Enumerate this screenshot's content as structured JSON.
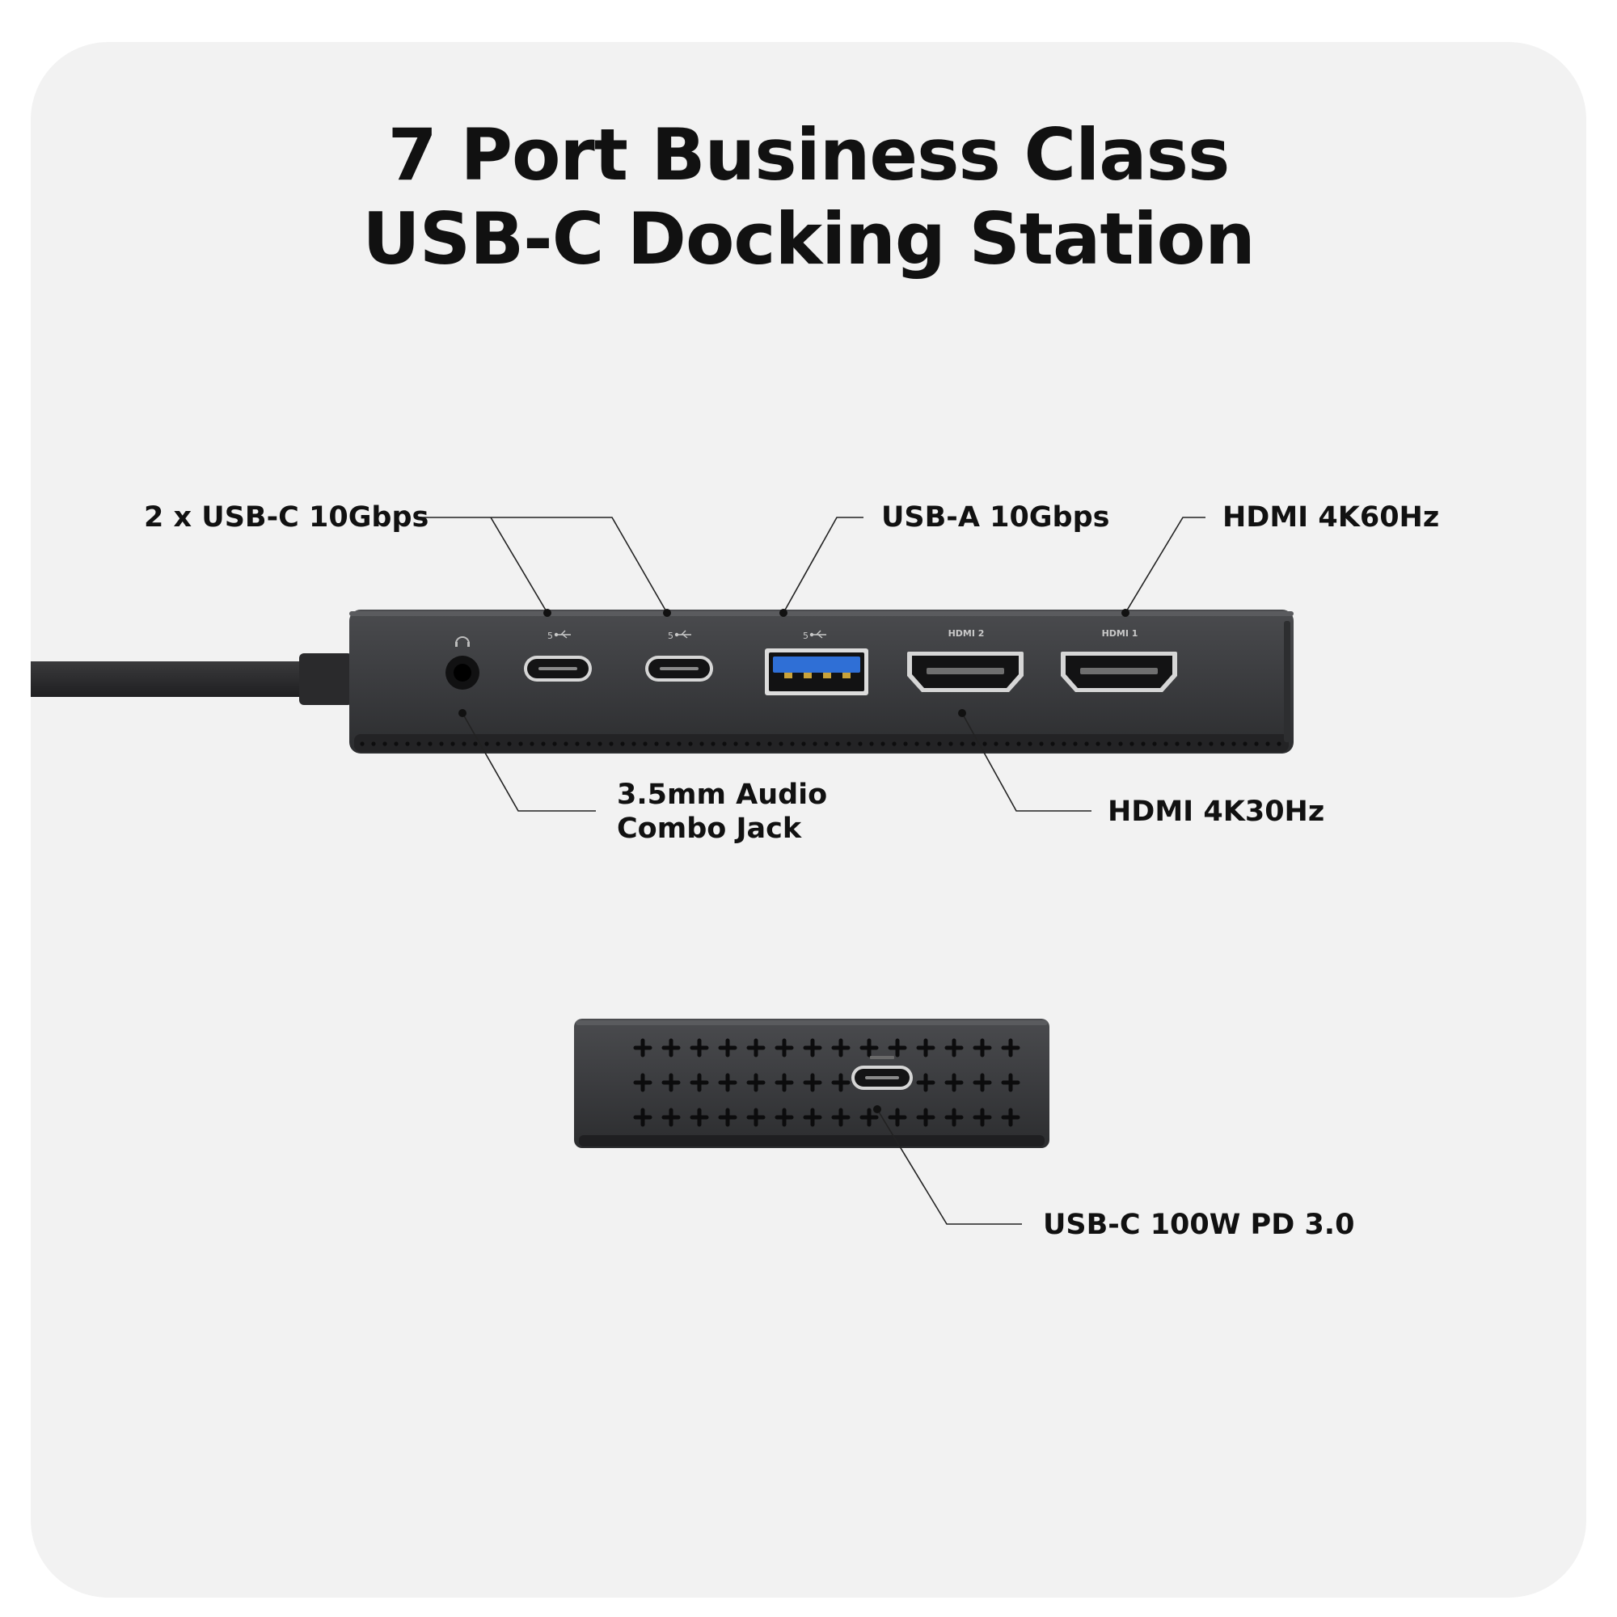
{
  "title": {
    "line1": "7 Port Business Class",
    "line2": "USB-C Docking Station"
  },
  "callouts": {
    "usbc": "2 x USB-C 10Gbps",
    "usba": "USB-A 10Gbps",
    "hdmi60": "HDMI 4K60Hz",
    "audio_line1": "3.5mm Audio",
    "audio_line2": "Combo Jack",
    "hdmi30": "HDMI 4K30Hz",
    "pd": "USB-C 100W PD 3.0"
  },
  "port_markings": {
    "usb_speed": "5",
    "hdmi2": "HDMI 2",
    "hdmi1": "HDMI 1"
  },
  "colors": {
    "panel": "#f2f2f2",
    "device": "#3a3b3d",
    "usb_a_tongue": "#2f6fd6",
    "text": "#111111"
  },
  "icons": {
    "audio": "headphone-icon",
    "usb": "usb-symbol-icon"
  }
}
